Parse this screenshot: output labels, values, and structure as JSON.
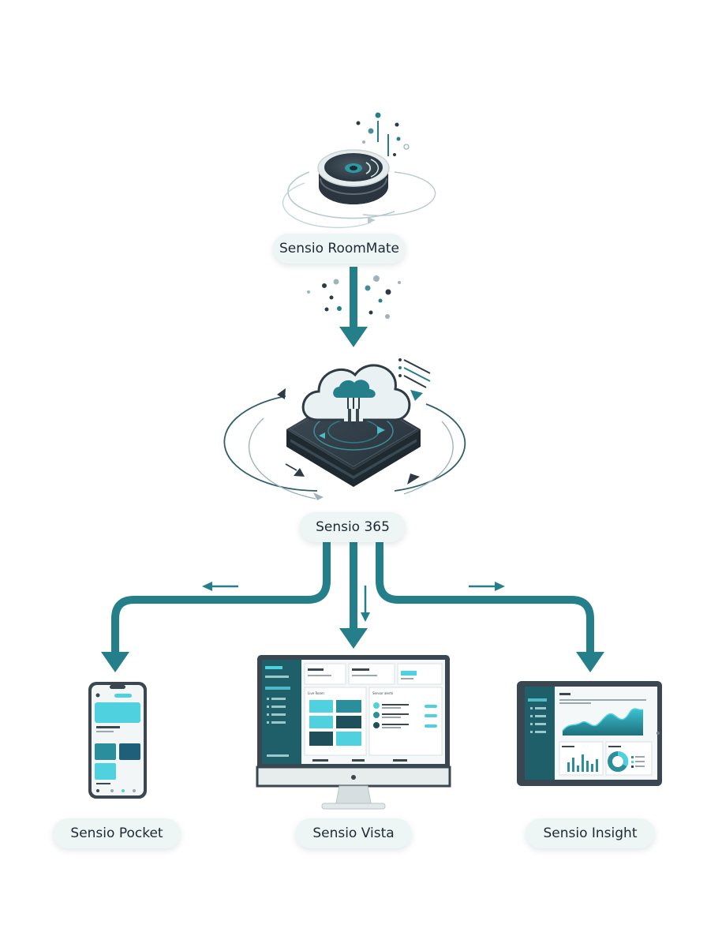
{
  "nodes": {
    "roommate": {
      "label": "Sensio RoomMate"
    },
    "hub": {
      "label": "Sensio 365"
    },
    "pocket": {
      "label": "Sensio Pocket"
    },
    "vista": {
      "label": "Sensio Vista"
    },
    "insight": {
      "label": "Sensio Insight"
    }
  },
  "screen_text": {
    "vista_panel_a": "Live Room",
    "vista_panel_b": "Sensor alerts"
  },
  "colors": {
    "teal": "#257f8a",
    "teal_light": "#4fd1e0",
    "dark": "#2f3b44",
    "pill_bg": "#eef5f5",
    "text": "#1d2a33"
  },
  "icons": {
    "roommate": "round-sensor-device-icon",
    "hub": "cloud-hub-icon",
    "pocket": "smartphone-icon",
    "vista": "desktop-monitor-icon",
    "insight": "tablet-dashboard-icon"
  }
}
